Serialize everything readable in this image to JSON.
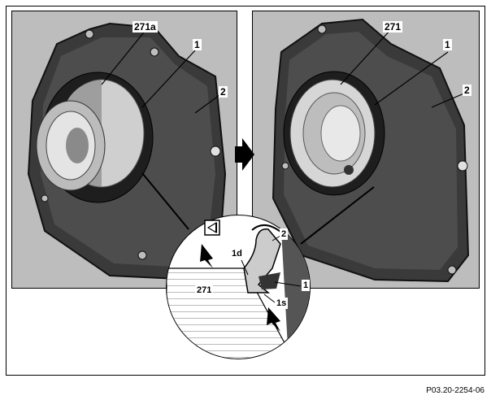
{
  "labels": {
    "left_271a": "271a",
    "left_1": "1",
    "left_2": "2",
    "right_271": "271",
    "right_1": "1",
    "right_2": "2",
    "detail_2": "2",
    "detail_1d": "1d",
    "detail_271": "271",
    "detail_1": "1",
    "detail_1s": "1s"
  },
  "figure_code": "P03.20-2254-06",
  "colors": {
    "panel_bg": "#bdbdbd",
    "housing_dark": "#2e2e2e",
    "metal_light": "#d9d9d9",
    "arrow": "#000000"
  }
}
